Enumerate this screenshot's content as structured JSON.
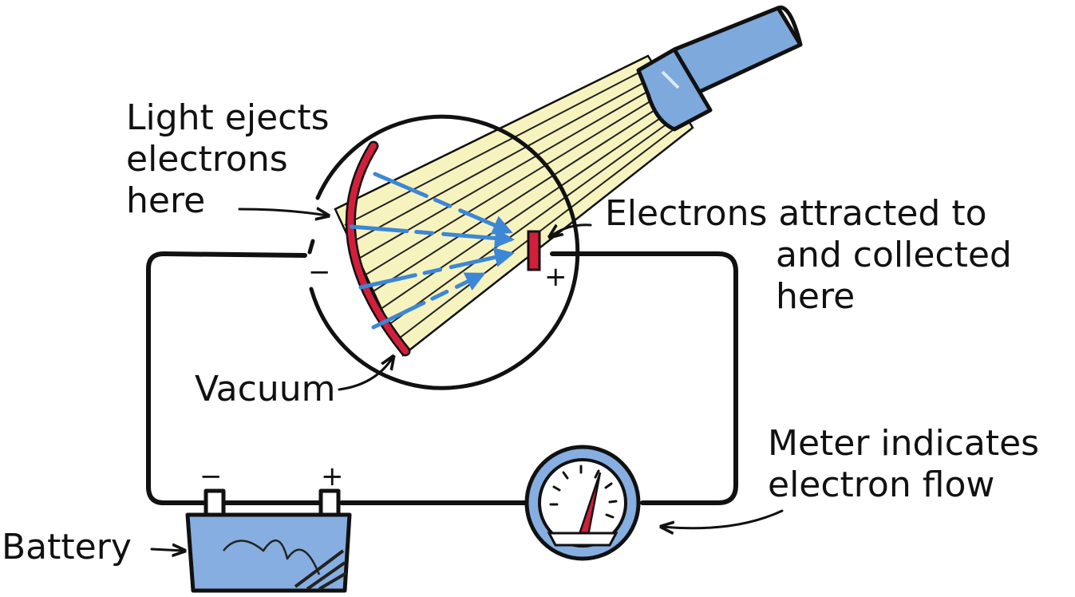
{
  "labels": {
    "light_ejects": [
      "Light ejects",
      "electrons",
      "here"
    ],
    "electrons_attracted": [
      "Electrons attracted to",
      "and collected",
      "here"
    ],
    "vacuum": "Vacuum",
    "meter": [
      "Meter indicates",
      "electron flow"
    ],
    "battery": "Battery"
  },
  "signs": {
    "tube_minus": "−",
    "tube_plus": "+",
    "battery_minus": "−",
    "battery_plus": "+"
  },
  "colors": {
    "outline": "#111111",
    "cathode": "#d21f3c",
    "light_beam": "#f7f3bf",
    "flashlight": "#7ea9dc",
    "electron_arrows": "#3c87d6",
    "battery": "#86aee0",
    "meter_ring": "#86aee0",
    "needle": "#d21f3c"
  },
  "icons": {
    "flashlight": "flashlight-icon",
    "battery": "battery-icon",
    "meter": "meter-gauge-icon"
  }
}
